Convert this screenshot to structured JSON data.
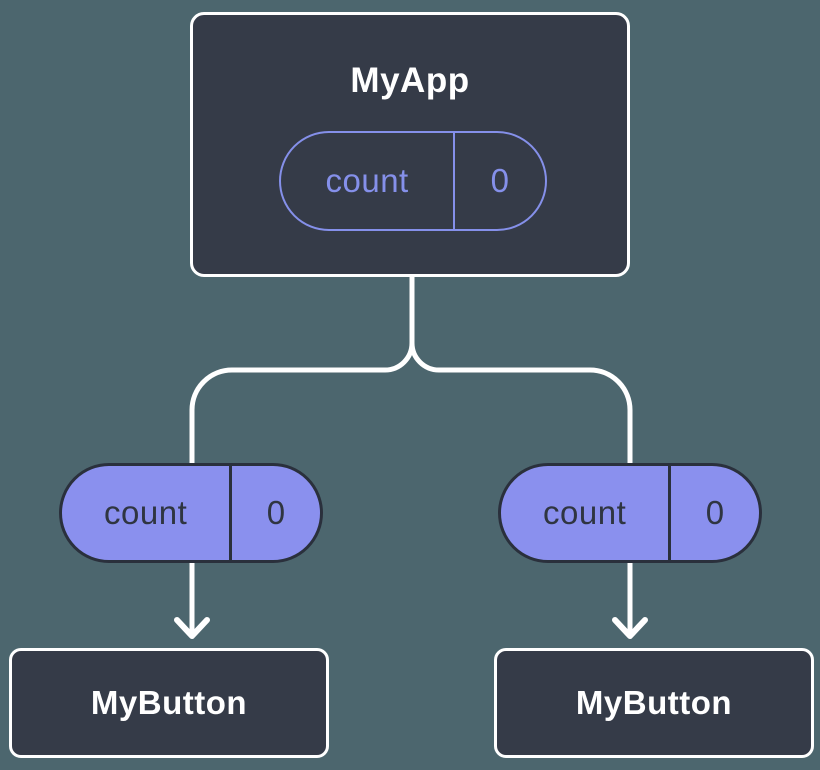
{
  "colors": {
    "background": "#4C666E",
    "node_fill": "#353B48",
    "node_border": "#FFFFFF",
    "node_text": "#FFFFFF",
    "pill_fill": "#8A90EE",
    "pill_outline": "#8590EA",
    "pill_dark_border": "#2A303C",
    "pill_dark_text": "#2F3541",
    "connector": "#FFFFFF"
  },
  "root": {
    "label": "MyApp",
    "state_pill": {
      "name": "count",
      "value": "0"
    }
  },
  "prop_pills": [
    {
      "name": "count",
      "value": "0"
    },
    {
      "name": "count",
      "value": "0"
    }
  ],
  "children": [
    {
      "label": "MyButton"
    },
    {
      "label": "MyButton"
    }
  ]
}
